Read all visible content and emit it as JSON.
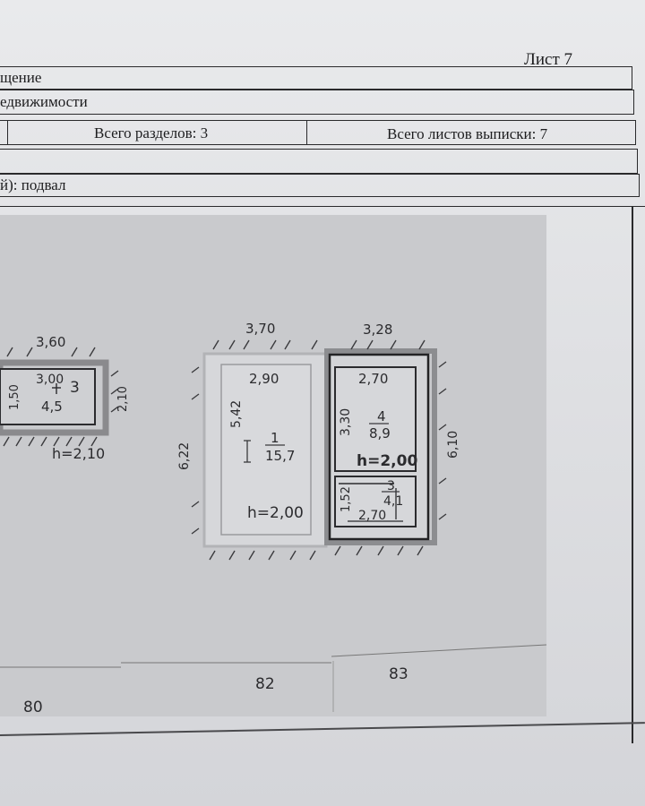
{
  "sheet": {
    "label": "Лист 7"
  },
  "header_rows": {
    "row1_text": "щение",
    "row2_text": "едвижимости",
    "sections_total": "Всего разделов: 3",
    "sheets_total": "Всего листов выписки: 7",
    "floor_text": "й): подвал"
  },
  "plan": {
    "left_room": {
      "outer_width": "3,60",
      "inner_width": "3,00",
      "depth": "1,50",
      "side": "2,10",
      "room_no": "3",
      "area": "4,5",
      "height": "h=2,10"
    },
    "middle_room": {
      "top_width": "3,70",
      "inner_width": "2,90",
      "inner_depth": "5,42",
      "outer_depth": "6,22",
      "room_no": "1",
      "area": "15,7",
      "height": "h=2,00"
    },
    "right_block": {
      "top_width": "3,28",
      "outer_depth": "6,10",
      "room4": {
        "width": "2,70",
        "depth": "3,30",
        "room_no": "4",
        "area": "8,9"
      },
      "height": "h=2,00",
      "room3": {
        "depth": "1,52",
        "room_no": "3",
        "area": "4,1",
        "width": "2,70"
      }
    },
    "plot_numbers": [
      "80",
      "82",
      "83"
    ]
  }
}
